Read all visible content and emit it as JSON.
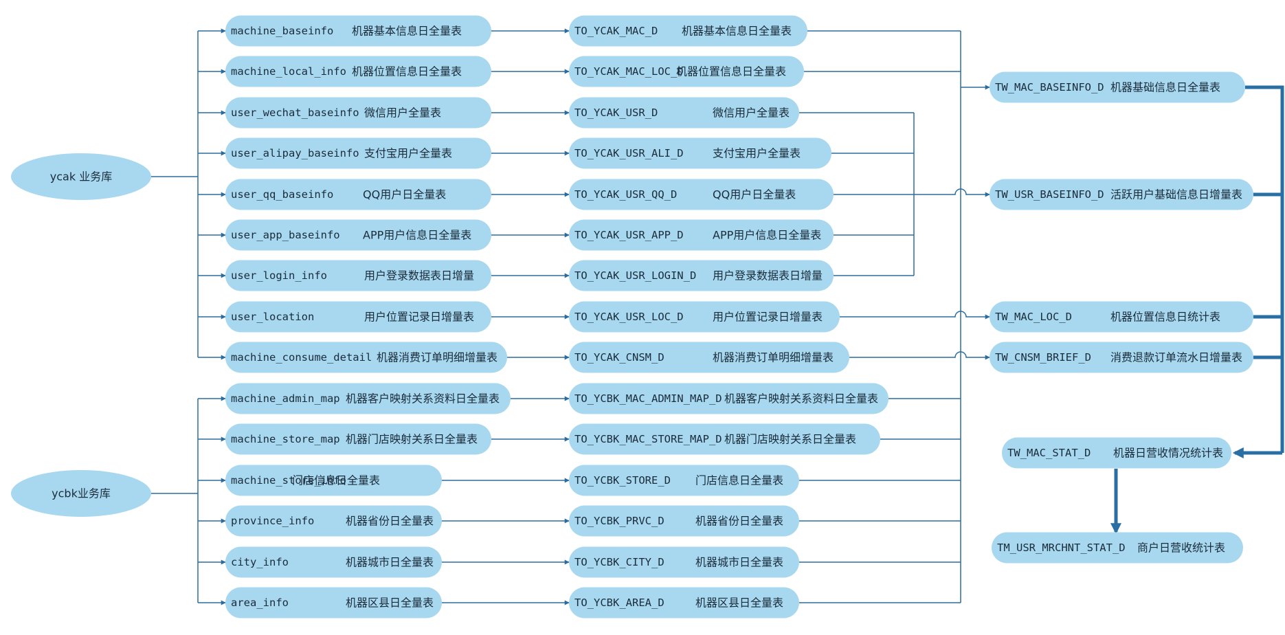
{
  "colors": {
    "node_fill": "#a8d8ef",
    "edge": "#2b6c9e",
    "edge_bold": "#2a6fa3"
  },
  "databases": [
    {
      "id": "ycak",
      "label": "ycak 业务库"
    },
    {
      "id": "ycbk",
      "label": "ycbk业务库"
    }
  ],
  "source_tables": [
    {
      "name": "machine_baseinfo",
      "desc": "机器基本信息日全量表",
      "db": "ycak"
    },
    {
      "name": "machine_local_info",
      "desc": "机器位置信息日全量表",
      "db": "ycak"
    },
    {
      "name": "user_wechat_baseinfo",
      "desc": "微信用户全量表",
      "db": "ycak"
    },
    {
      "name": "user_alipay_baseinfo",
      "desc": "支付宝用户全量表",
      "db": "ycak"
    },
    {
      "name": "user_qq_baseinfo",
      "desc": "QQ用户日全量表",
      "db": "ycak"
    },
    {
      "name": "user_app_baseinfo",
      "desc": "APP用户信息日全量表",
      "db": "ycak"
    },
    {
      "name": "user_login_info",
      "desc": "用户登录数据表日增量",
      "db": "ycak"
    },
    {
      "name": "user_location",
      "desc": "用户位置记录日增量表",
      "db": "ycak"
    },
    {
      "name": "machine_consume_detail",
      "desc": "机器消费订单明细增量表",
      "db": "ycak"
    },
    {
      "name": "machine_admin_map",
      "desc": "机器客户映射关系资料日全量表",
      "db": "ycbk"
    },
    {
      "name": "machine_store_map",
      "desc": "机器门店映射关系日全量表",
      "db": "ycbk"
    },
    {
      "name": "machine_store_info",
      "desc": "门店信息日全量表",
      "db": "ycbk"
    },
    {
      "name": "province_info",
      "desc": "机器省份日全量表",
      "db": "ycbk"
    },
    {
      "name": "city_info",
      "desc": "机器城市日全量表",
      "db": "ycbk"
    },
    {
      "name": "area_info",
      "desc": "机器区县日全量表",
      "db": "ycbk"
    }
  ],
  "ods_tables": [
    {
      "name": "TO_YCAK_MAC_D",
      "desc": "机器基本信息日全量表"
    },
    {
      "name": "TO_YCAK_MAC_LOC_D",
      "desc": "机器位置信息日全量表"
    },
    {
      "name": "TO_YCAK_USR_D",
      "desc": "微信用户全量表"
    },
    {
      "name": "TO_YCAK_USR_ALI_D",
      "desc": "支付宝用户全量表"
    },
    {
      "name": "TO_YCAK_USR_QQ_D",
      "desc": "QQ用户日全量表"
    },
    {
      "name": "TO_YCAK_USR_APP_D",
      "desc": "APP用户信息日全量表"
    },
    {
      "name": "TO_YCAK_USR_LOGIN_D",
      "desc": "用户登录数据表日增量"
    },
    {
      "name": "TO_YCAK_USR_LOC_D",
      "desc": "用户位置记录日增量表"
    },
    {
      "name": "TO_YCAK_CNSM_D",
      "desc": "机器消费订单明细增量表"
    },
    {
      "name": "TO_YCBK_MAC_ADMIN_MAP_D",
      "desc": "机器客户映射关系资料日全量表"
    },
    {
      "name": "TO_YCBK_MAC_STORE_MAP_D",
      "desc": "机器门店映射关系日全量表"
    },
    {
      "name": "TO_YCBK_STORE_D",
      "desc": "门店信息日全量表"
    },
    {
      "name": "TO_YCBK_PRVC_D",
      "desc": "机器省份日全量表"
    },
    {
      "name": "TO_YCBK_CITY_D",
      "desc": "机器城市日全量表"
    },
    {
      "name": "TO_YCBK_AREA_D",
      "desc": "机器区县日全量表"
    }
  ],
  "dw_tables": [
    {
      "name": "TW_MAC_BASEINFO_D",
      "desc": "机器基础信息日全量表"
    },
    {
      "name": "TW_USR_BASEINFO_D",
      "desc": "活跃用户基础信息日增量表"
    },
    {
      "name": "TW_MAC_LOC_D",
      "desc": "机器位置信息日统计表"
    },
    {
      "name": "TW_CNSM_BRIEF_D",
      "desc": "消费退款订单流水日增量表"
    }
  ],
  "stat_tables": [
    {
      "name": "TW_MAC_STAT_D",
      "desc": "机器日营收情况统计表"
    },
    {
      "name": "TM_USR_MRCHNT_STAT_D",
      "desc": "商户日营收统计表"
    }
  ]
}
